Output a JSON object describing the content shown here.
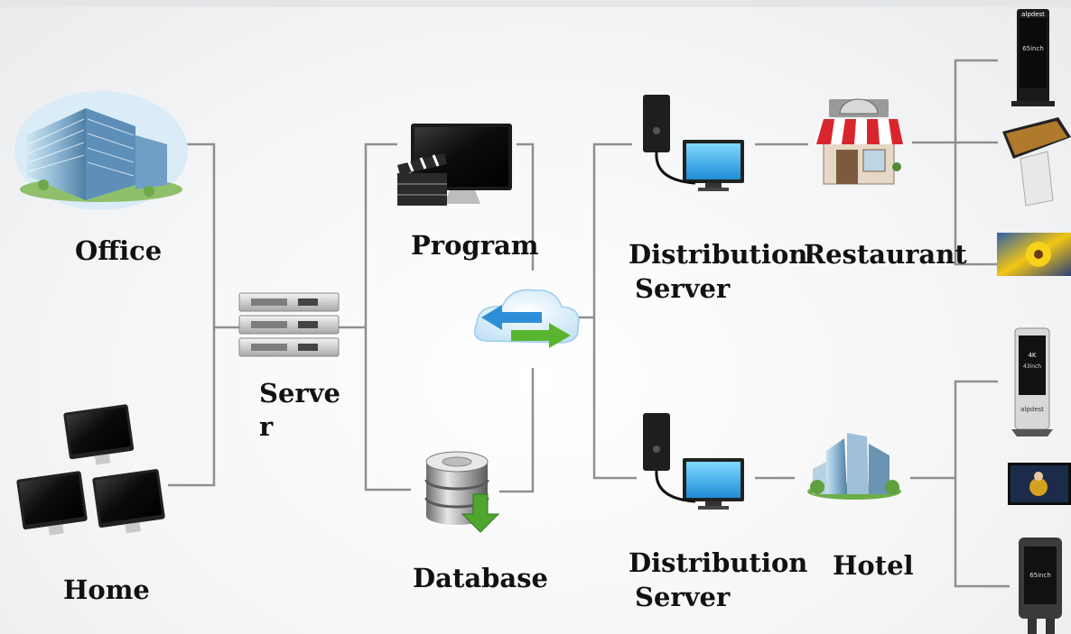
{
  "nodes": {
    "office": {
      "label": "Office"
    },
    "home": {
      "label": "Home"
    },
    "server": {
      "label_line1": "Serve",
      "label_line2": "r"
    },
    "program": {
      "label": "Program"
    },
    "database": {
      "label": "Database"
    },
    "distribution_server_top": {
      "label_line1": "Distribution",
      "label_line2": "Server"
    },
    "distribution_server_bottom": {
      "label_line1": "Distribution",
      "label_line2": "Server"
    },
    "restaurant": {
      "label": "Restaurant"
    },
    "hotel": {
      "label": "Hotel"
    }
  },
  "devices": {
    "kiosk_top_brand": "alpdest",
    "kiosk_top_size": "65inch",
    "kiosk_mid_size": "4K",
    "kiosk_mid_size2": "43inch",
    "kiosk_mid_brand": "alpdest",
    "kiosk_bottom_size": "65inch"
  },
  "colors": {
    "line": "#8f8f8f",
    "arrow_blue": "#2e8fd8",
    "arrow_green": "#5ab52e",
    "awning_red": "#d9262e"
  }
}
